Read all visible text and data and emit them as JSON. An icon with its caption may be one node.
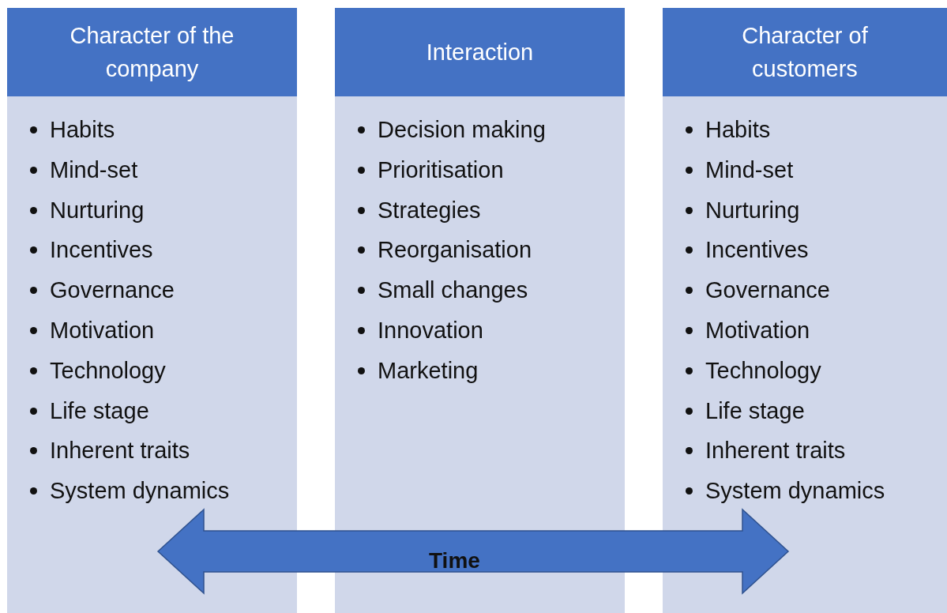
{
  "diagram": {
    "nodes": [
      {
        "text": [
          "Character of the company",
          "Habits",
          "Mind-set",
          "Nurturing",
          "Incentives",
          "Governance",
          "Motivation",
          "Technology",
          "Life stage",
          "Inherent traits",
          "System dynamics"
        ]
      },
      {
        "text": [
          "Interaction",
          "Decision making",
          "Prioritisation",
          "Strategies",
          "Reorganisation",
          "Small changes",
          "Innovation",
          "Marketing"
        ]
      },
      {
        "text": [
          "Character of customers",
          "Habits",
          "Mind-set",
          "Nurturing",
          "Incentives",
          "Governance",
          "Motivation",
          "Technology",
          "Life stage",
          "Inherent traits",
          "System dynamics"
        ]
      }
    ],
    "edges": [],
    "labels": [
      "Time"
    ]
  }
}
